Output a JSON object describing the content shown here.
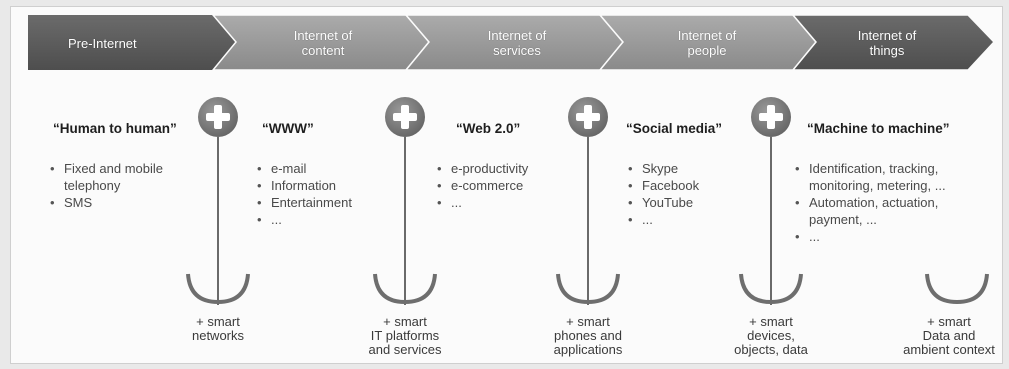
{
  "banner": {
    "stages": [
      {
        "label": "Pre-Internet"
      },
      {
        "label": "Internet of\ncontent"
      },
      {
        "label": "Internet of\nservices"
      },
      {
        "label": "Internet of\npeople"
      },
      {
        "label": "Internet of\nthings"
      }
    ],
    "colors": {
      "dark": "#5e5e5e",
      "light": "#9a9a9a"
    }
  },
  "columns": [
    {
      "heading": "“Human to human”",
      "items": [
        "Fixed and mobile\ntelephony",
        "SMS"
      ]
    },
    {
      "heading": "“WWW”",
      "items": [
        "e-mail",
        "Information",
        "Entertainment",
        "..."
      ]
    },
    {
      "heading": "“Web 2.0”",
      "items": [
        "e-productivity",
        "e-commerce",
        "..."
      ]
    },
    {
      "heading": "“Social media”",
      "items": [
        "Skype",
        "Facebook",
        "YouTube",
        "..."
      ]
    },
    {
      "heading": "“Machine to machine”",
      "items": [
        "Identification, tracking,\nmonitoring, metering, ...",
        "Automation, actuation,\npayment, ...",
        "..."
      ]
    }
  ],
  "smart_labels": [
    "+ smart\nnetworks",
    "+ smart\nIT platforms\nand services",
    "+ smart\nphones and\napplications",
    "+ smart\ndevices,\nobjects, data",
    "+ smart\nData and\nambient context"
  ],
  "icons": {
    "plus": "plus-circle-icon"
  }
}
